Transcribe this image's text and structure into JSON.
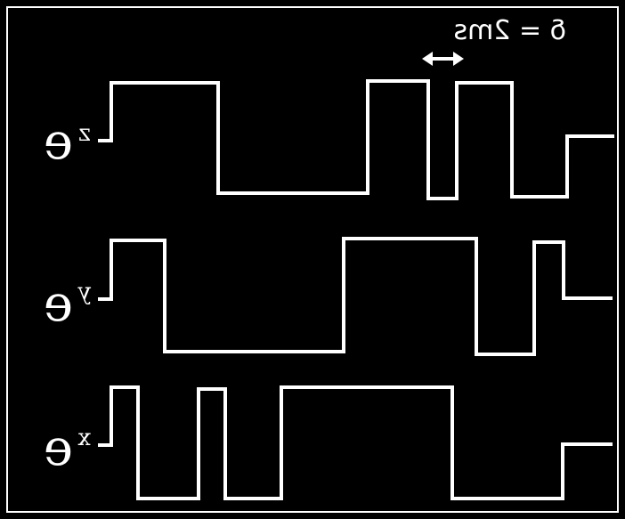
{
  "annotation": {
    "text": "δ = 2ms",
    "mirrored": true
  },
  "signals": [
    {
      "id": "ez",
      "label": "e",
      "subscript": "z"
    },
    {
      "id": "ey",
      "label": "e",
      "subscript": "y"
    },
    {
      "id": "ex",
      "label": "e",
      "subscript": "x"
    }
  ],
  "colors": {
    "background": "#000000",
    "foreground": "#ffffff"
  }
}
